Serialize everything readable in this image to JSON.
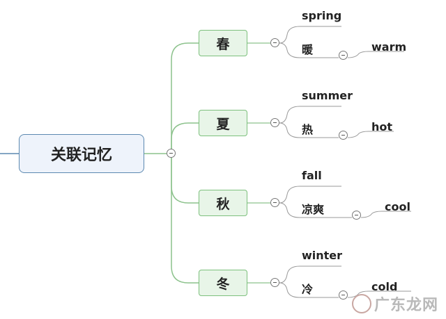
{
  "root": {
    "label": "关联记忆"
  },
  "seasons": [
    {
      "label": "春",
      "english": "spring",
      "chinese": "暖",
      "meaning": "warm"
    },
    {
      "label": "夏",
      "english": "summer",
      "chinese": "热",
      "meaning": "hot"
    },
    {
      "label": "秋",
      "english": "fall",
      "chinese": "凉爽",
      "meaning": "cool"
    },
    {
      "label": "冬",
      "english": "winter",
      "chinese": "冷",
      "meaning": "cold"
    }
  ],
  "watermark": {
    "text": "广东龙网"
  },
  "colors": {
    "branch_line": "#8cc28c",
    "leaf_line": "#9a9a9a",
    "root_border": "#5b88b0",
    "root_fill": "#eef3fb",
    "season_fill": "#e8f5e8",
    "season_border": "#7cc07c"
  }
}
